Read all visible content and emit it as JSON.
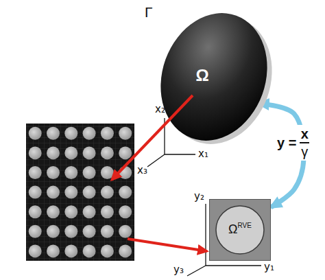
{
  "diagram": {
    "nodes": [
      {
        "text": [
          "Γ",
          "Ω"
        ]
      },
      {
        "text": [
          "Ω",
          "RVE"
        ]
      }
    ],
    "edges": [
      {
        "from": 1,
        "to": 0,
        "arrow": "both"
      }
    ],
    "labels": [
      "y =",
      "x",
      "γ",
      "x₁",
      "x₂",
      "x₃",
      "y₁",
      "y₂",
      "y₃"
    ]
  }
}
